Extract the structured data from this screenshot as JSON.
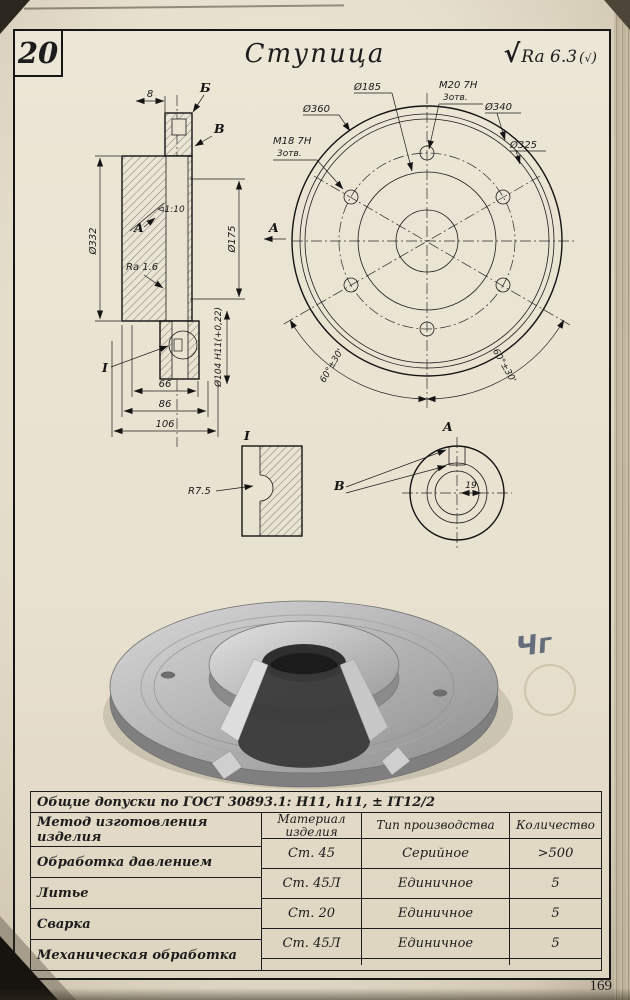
{
  "page": {
    "figure_number": "20",
    "title": "Ступица",
    "roughness": {
      "mark": "√",
      "value": "Ra 6.3",
      "open": "(",
      "inner_mark": "√",
      "close": ")"
    },
    "page_number": "169",
    "handwritten_note": "Чг"
  },
  "drawing": {
    "section": {
      "label_b": "Б",
      "dim_8": "8",
      "label_v": "В",
      "dim_332": "Ø332",
      "label_a": "A",
      "taper": "⊲1:10",
      "ra": "Ra 1.6",
      "dim_175": "Ø175",
      "view_arrow": "A",
      "detail_mark": "I",
      "dim_104": "Ø104 H11(+0,22)",
      "dim_66": "66",
      "dim_86": "86",
      "dim_106": "106"
    },
    "front": {
      "dim_185": "Ø185",
      "m20": "M20 7H",
      "m20_qty": "3отв.",
      "dim_360": "Ø360",
      "dim_340": "Ø340",
      "dim_325": "Ø325",
      "m18": "M18 7H",
      "m18_qty": "3отв.",
      "angle_left": "60°±30'",
      "angle_right": "60°±30'"
    },
    "detail_i": {
      "title": "I",
      "radius": "R7.5"
    },
    "view_a": {
      "title": "A",
      "label_v": "В",
      "dim_19": "19"
    }
  },
  "table": {
    "tolerances": "Общие допуски по ГОСТ 30893.1: H11, h11, ± IT12/2",
    "left_header": "Метод изготовления изделия",
    "left_items": [
      "Обработка давлением",
      "Литье",
      "Сварка",
      "Механическая обработка"
    ],
    "col_headers": [
      "Материал изделия",
      "Тип производства",
      "Количество"
    ],
    "rows": [
      [
        "Ст. 45",
        "Серийное",
        ">500"
      ],
      [
        "Ст. 45Л",
        "Единичное",
        "5"
      ],
      [
        "Ст. 20",
        "Единичное",
        "5"
      ],
      [
        "Ст. 45Л",
        "Единичное",
        "5"
      ]
    ]
  }
}
